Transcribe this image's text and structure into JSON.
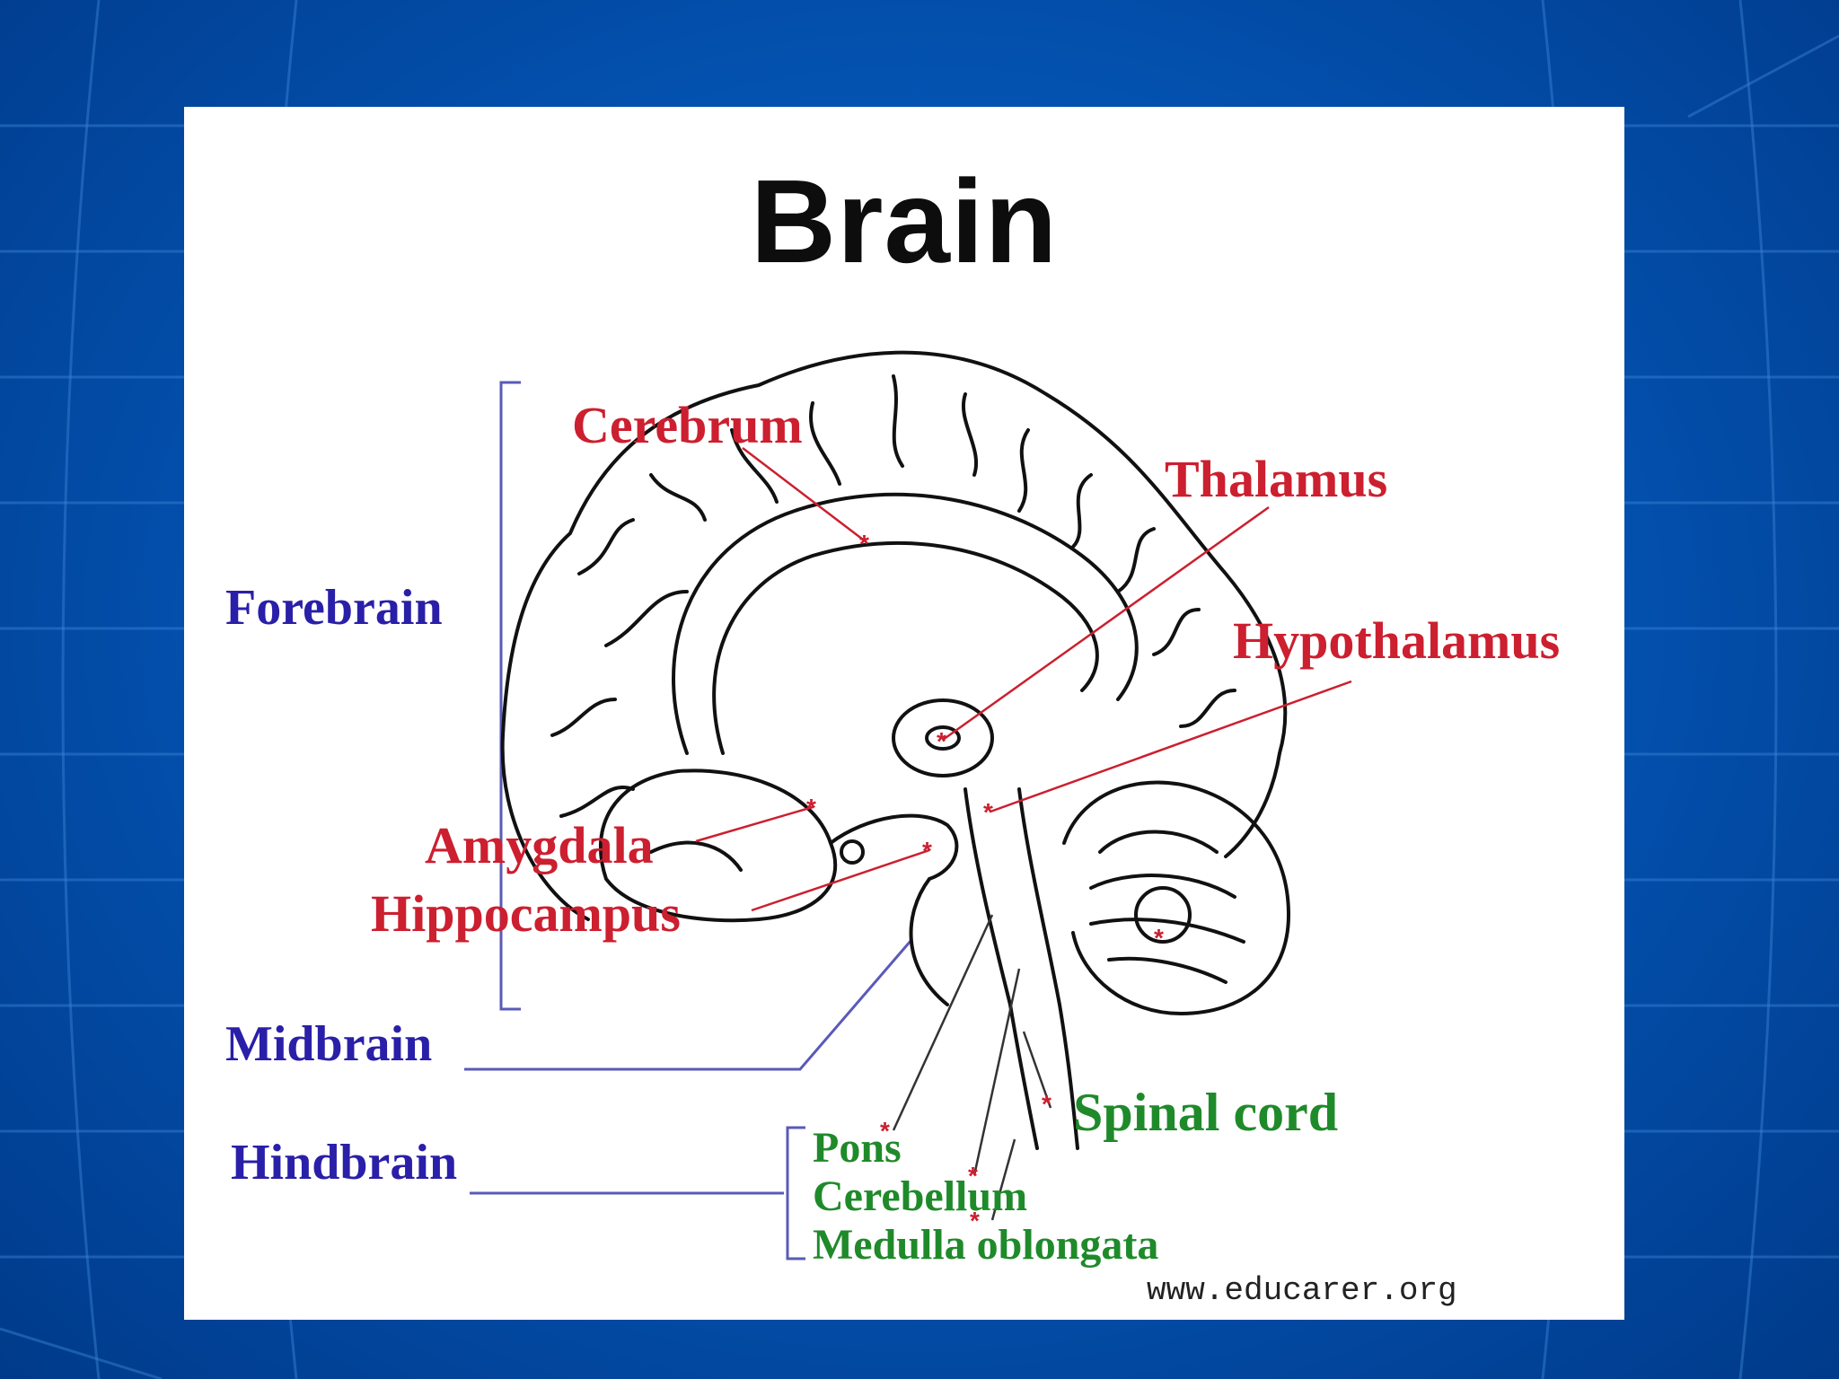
{
  "diagram": {
    "title": "Brain",
    "labels": {
      "cerebrum": "Cerebrum",
      "thalamus": "Thalamus",
      "hypothalamus": "Hypothalamus",
      "amygdala": "Amygdala",
      "hippocampus": "Hippocampus",
      "forebrain": "Forebrain",
      "midbrain": "Midbrain",
      "hindbrain": "Hindbrain",
      "spinal_cord": "Spinal cord",
      "pons": "Pons",
      "cerebellum": "Cerebellum",
      "medulla": "Medulla oblongata"
    },
    "source_url": "www.educarer.org",
    "colors": {
      "background": "#0457b8",
      "forebrain_parts": "#cc1f2f",
      "brain_divisions": "#2a1fa8",
      "hindbrain_parts": "#1f8a2a"
    }
  }
}
